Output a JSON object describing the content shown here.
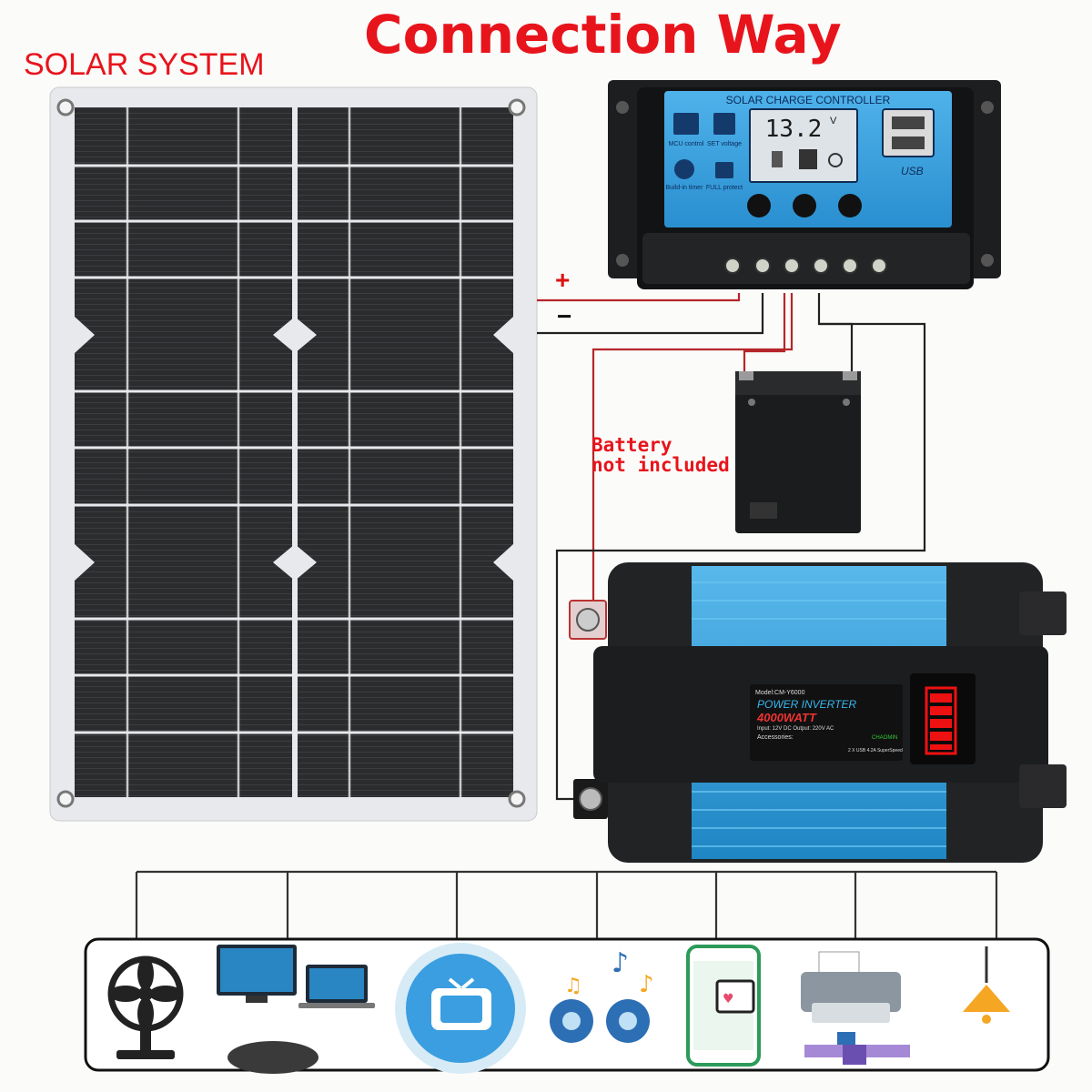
{
  "header": {
    "title": "Connection Way",
    "subtitle": "SOLAR SYSTEM"
  },
  "wiring": {
    "plus_label": "+",
    "minus_label": "−"
  },
  "controller": {
    "heading": "SOLAR CHARGE CONTROLLER",
    "display_value": "13.2",
    "display_unit": "V",
    "left_labels": [
      "MCU control",
      "SET voltage",
      "Build-in timer",
      "FULL protect"
    ],
    "usb_label": "USB"
  },
  "battery": {
    "note_line1": "Battery",
    "note_line2": "not included"
  },
  "inverter": {
    "model": "Model:CM-Y6000",
    "name": "POWER INVERTER",
    "power": "4000WATT",
    "io": "Input: 12V DC  Output: 220V AC",
    "accessories": "Accessories:",
    "brand": "CHAOMIN",
    "usb": "2 X USB 4.2A SuperSpeed"
  },
  "appliances": [
    "fan-icon",
    "computer-icon",
    "tv-icon",
    "speakers-icon",
    "phone-icon",
    "printer-icon",
    "lamp-icon"
  ],
  "colors": {
    "title_red": "#e8141c",
    "controller_blue": "#3aa6e6",
    "inverter_blue": "#2e9fd8",
    "panel_cell": "#2a2b2d"
  }
}
